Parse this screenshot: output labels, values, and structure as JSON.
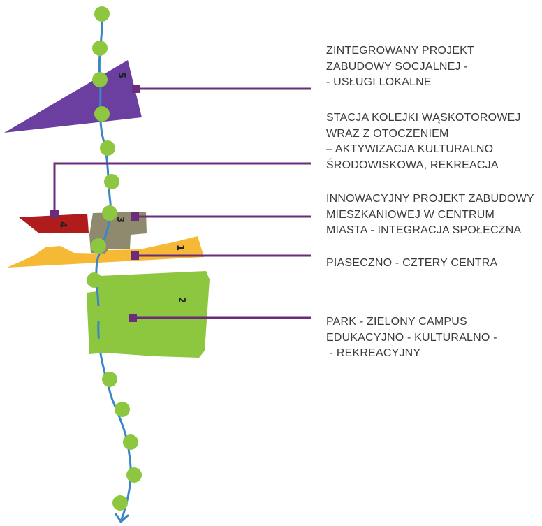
{
  "areas": [
    {
      "number": "1",
      "color": "#f5b935",
      "description": [
        "PIASECZNO - CZTERY CENTRA"
      ]
    },
    {
      "number": "2",
      "color": "#8dc63f",
      "description": [
        "PARK - ZIELONY CAMPUS",
        "EDUKACYJNO - KULTURALNO -",
        " - REKREACYJNY"
      ]
    },
    {
      "number": "3",
      "color": "#8f8a6e",
      "description": [
        "INNOWACYJNY PROJEKT ZABUDOWY",
        "MIESZKANIOWEJ W CENTRUM",
        "MIASTA - INTEGRACJA SPOŁECZNA"
      ]
    },
    {
      "number": "4",
      "color": "#b01c1c",
      "description": [
        "STACJA KOLEJKI WĄSKOTOROWEJ",
        "WRAZ Z OTOCZENIEM",
        "– AKTYWIZACJA KULTURALNO",
        "ŚRODOWISKOWA, REKREACJA"
      ]
    },
    {
      "number": "5",
      "color": "#6b3fa0",
      "description": [
        "ZINTEGROWANY PROJEKT",
        "ZABUDOWY SOCJALNEJ -",
        "- USŁUGI LOKALNE"
      ]
    }
  ],
  "colors": {
    "leader_line": "#6b2d7b",
    "route_line": "#3a86c8",
    "route_stop": "#8dc63f"
  }
}
